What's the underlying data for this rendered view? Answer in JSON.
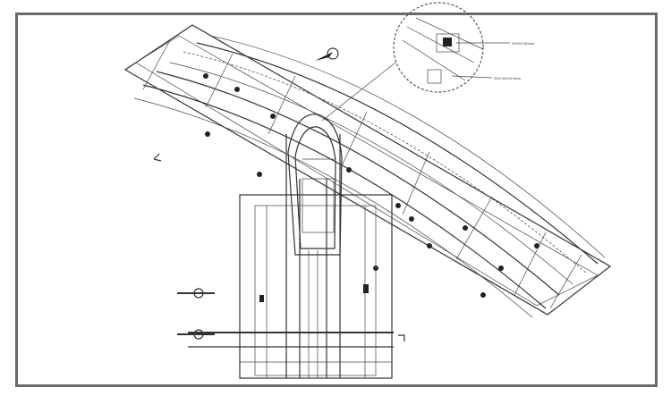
{
  "drawing": {
    "type": "engineering plan drawing",
    "callouts": [
      "S/1000-80mm",
      "200×150×0.8mm"
    ]
  }
}
